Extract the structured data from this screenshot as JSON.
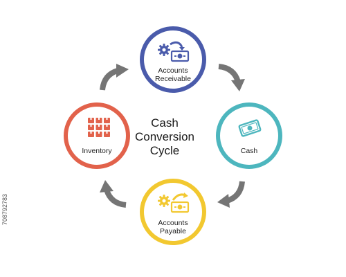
{
  "diagram": {
    "title_lines": [
      "Cash",
      "Conversion",
      "Cycle"
    ],
    "nodes": {
      "accounts_receivable": {
        "label_lines": [
          "Accounts",
          "Receivable"
        ],
        "color": "#4a5bab",
        "icon": "gear-and-cash-icon"
      },
      "cash": {
        "label_lines": [
          "Cash"
        ],
        "color": "#4db6be",
        "icon": "banknote-icon"
      },
      "accounts_payable": {
        "label_lines": [
          "Accounts",
          "Payable"
        ],
        "color": "#f2c830",
        "icon": "gear-and-cash-icon"
      },
      "inventory": {
        "label_lines": [
          "Inventory"
        ],
        "color": "#e2624b",
        "icon": "boxes-icon"
      }
    },
    "arrow_color": "#757575"
  },
  "watermark": {
    "id_text": "708792783"
  }
}
